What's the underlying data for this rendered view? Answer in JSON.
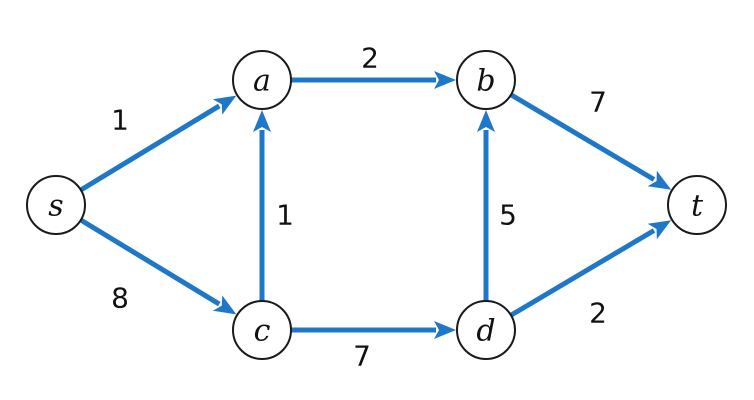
{
  "graph": {
    "nodes": [
      {
        "id": "s",
        "label": "s"
      },
      {
        "id": "a",
        "label": "a"
      },
      {
        "id": "b",
        "label": "b"
      },
      {
        "id": "c",
        "label": "c"
      },
      {
        "id": "d",
        "label": "d"
      },
      {
        "id": "t",
        "label": "t"
      }
    ],
    "edges": [
      {
        "from": "s",
        "to": "a",
        "weight": "1"
      },
      {
        "from": "s",
        "to": "c",
        "weight": "8"
      },
      {
        "from": "a",
        "to": "b",
        "weight": "2"
      },
      {
        "from": "c",
        "to": "a",
        "weight": "1"
      },
      {
        "from": "c",
        "to": "d",
        "weight": "7"
      },
      {
        "from": "d",
        "to": "b",
        "weight": "5"
      },
      {
        "from": "b",
        "to": "t",
        "weight": "7"
      },
      {
        "from": "d",
        "to": "t",
        "weight": "2"
      }
    ],
    "edge_color": "#1f77c8"
  }
}
